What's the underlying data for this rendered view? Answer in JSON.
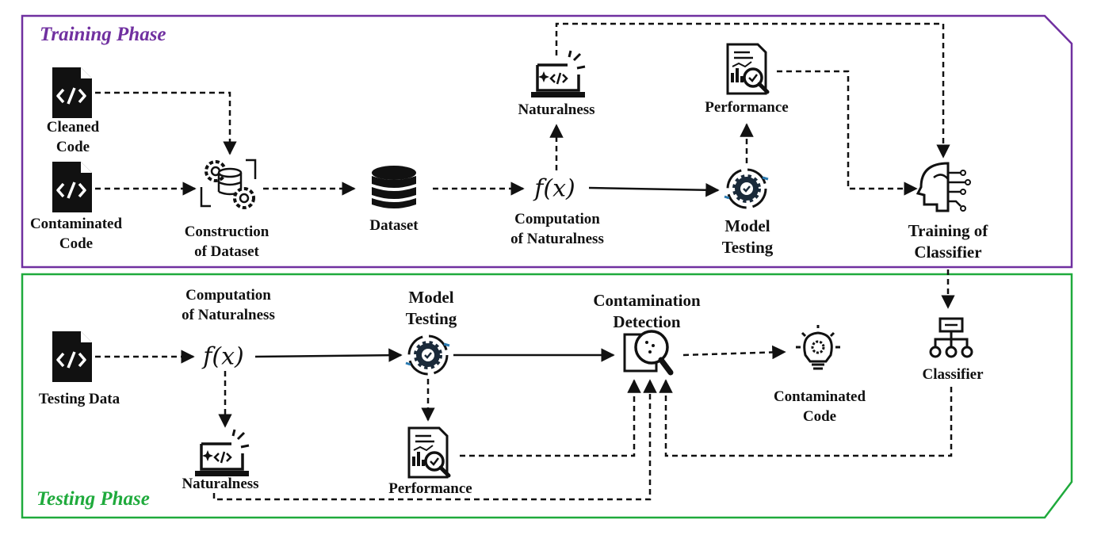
{
  "colors": {
    "training": "#7030a0",
    "testing": "#1faa3c",
    "line": "#111111"
  },
  "training_phase": {
    "title": "Training Phase",
    "nodes": {
      "cleaned_code": {
        "label": "Cleaned\nCode",
        "icon": "code-file-icon"
      },
      "contaminated_code": {
        "label": "Contaminated\nCode",
        "icon": "code-file-icon"
      },
      "construction": {
        "label": "Construction\nof Dataset",
        "icon": "gears-database-icon"
      },
      "dataset": {
        "label": "Dataset",
        "icon": "database-icon"
      },
      "computation": {
        "symbol": "f(x)",
        "label": "Computation\nof Naturalness"
      },
      "naturalness": {
        "label": "Naturalness",
        "icon": "laptop-code-icon"
      },
      "performance": {
        "label": "Performance",
        "icon": "report-magnifier-icon"
      },
      "model_testing": {
        "label": "Model\nTesting",
        "icon": "gear-check-icon"
      },
      "training_classifier": {
        "label": "Training of\nClassifier",
        "icon": "ai-head-circuit-icon"
      }
    }
  },
  "testing_phase": {
    "title": "Testing Phase",
    "nodes": {
      "testing_data": {
        "label": "Testing Data",
        "icon": "code-file-icon"
      },
      "computation": {
        "symbol": "f(x)",
        "label": "Computation\nof Naturalness"
      },
      "naturalness": {
        "label": "Naturalness",
        "icon": "laptop-code-icon"
      },
      "model_testing": {
        "label": "Model\nTesting",
        "icon": "gear-check-icon"
      },
      "performance": {
        "label": "Performance",
        "icon": "report-magnifier-icon"
      },
      "contamination_detection": {
        "label": "Contamination\nDetection",
        "icon": "magnifier-document-icon"
      },
      "contaminated_code": {
        "label": "Contaminated\nCode",
        "icon": "lightbulb-gear-icon"
      },
      "classifier": {
        "label": "Classifier",
        "icon": "hierarchy-icon"
      }
    }
  }
}
